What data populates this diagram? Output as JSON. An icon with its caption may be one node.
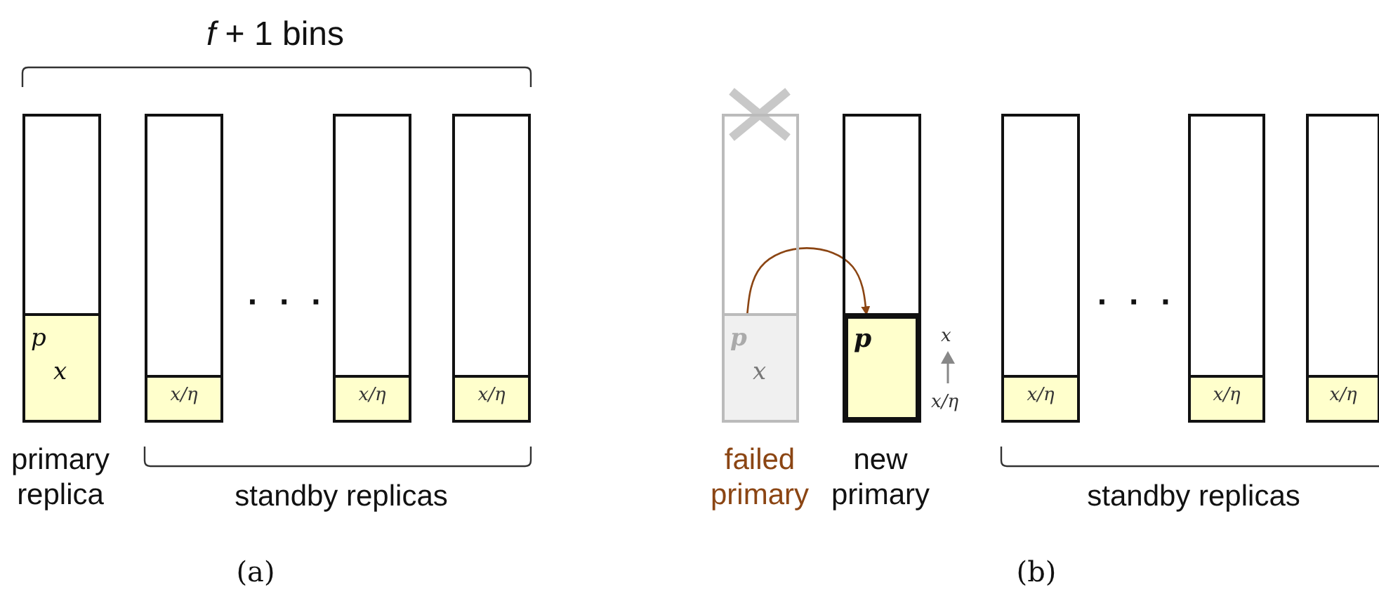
{
  "diagram": {
    "nodes": [
      {
        "text": [],
        "shape": "bar"
      },
      {
        "text": [
          "p",
          "x"
        ],
        "in": 0
      },
      {
        "text": [],
        "shape": "bar"
      },
      {
        "text": [
          "x/η"
        ],
        "in": 2
      },
      {
        "text": [],
        "shape": "bar"
      },
      {
        "text": [
          "x/η"
        ],
        "in": 4
      },
      {
        "text": [],
        "shape": "bar"
      },
      {
        "text": [
          "x/η"
        ],
        "in": 6
      },
      {
        "text": [],
        "shape": "bar"
      },
      {
        "text": [
          "p",
          "x"
        ],
        "in": 8
      },
      {
        "text": [],
        "shape": "bar"
      },
      {
        "text": [
          "p"
        ],
        "in": 10,
        "beside": [
          "x",
          "x/η"
        ]
      },
      {
        "text": [],
        "shape": "bar"
      },
      {
        "text": [
          "x/η"
        ],
        "in": 12
      },
      {
        "text": [],
        "shape": "bar"
      },
      {
        "text": [
          "x/η"
        ],
        "in": 14
      },
      {
        "text": [],
        "shape": "bar"
      },
      {
        "text": [
          "x/η"
        ],
        "in": 16
      }
    ],
    "edges": [
      {
        "from": 9,
        "to": 11,
        "arrow": "to",
        "color": "#8b4513"
      }
    ],
    "labels": [
      "*f* + 1 bins",
      "· · ·",
      "primary replica",
      "standby replicas",
      "(a)",
      "failed primary",
      "new primary",
      "· · ·",
      "standby replicas",
      "(b)"
    ]
  }
}
